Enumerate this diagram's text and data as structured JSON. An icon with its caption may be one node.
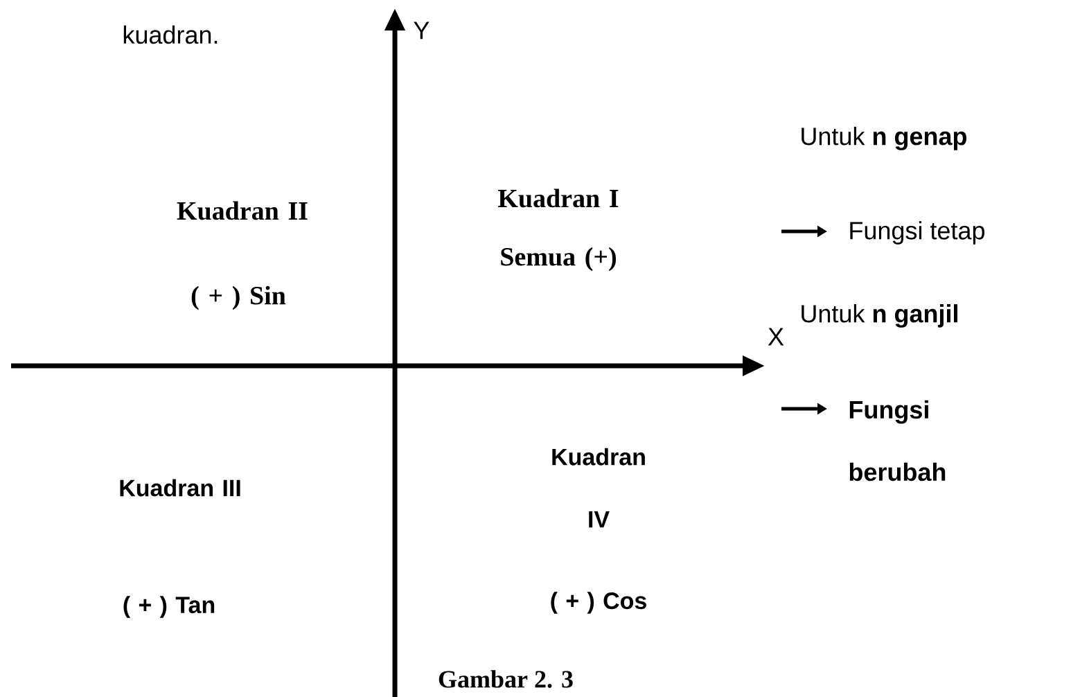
{
  "diagram": {
    "labels": [
      "kuadran.",
      "Y",
      "Kuadran II",
      "Kuadran I",
      "Untuk **n genap**",
      "**Semua** (+)",
      "Fungsi tetap",
      "( + ) Sin",
      "X",
      "Untuk **n ganjil**",
      "Fungsi berubah",
      "Kuadran III",
      "Kuadran IV",
      "( + ) Tan",
      "( + ) Cos",
      "Gambar 2. 3"
    ]
  }
}
